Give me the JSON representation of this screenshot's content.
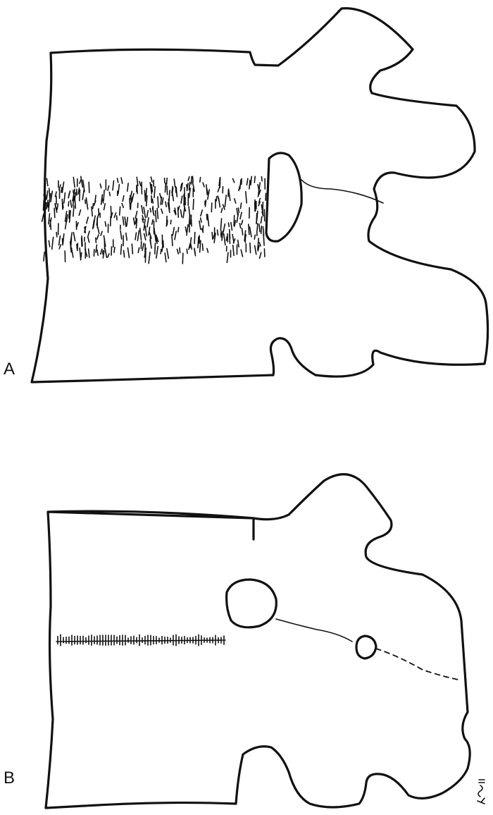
{
  "figure": {
    "panels": [
      {
        "id": "A",
        "label": "A"
      },
      {
        "id": "B",
        "label": "B"
      }
    ],
    "signature": "K.Smi"
  }
}
